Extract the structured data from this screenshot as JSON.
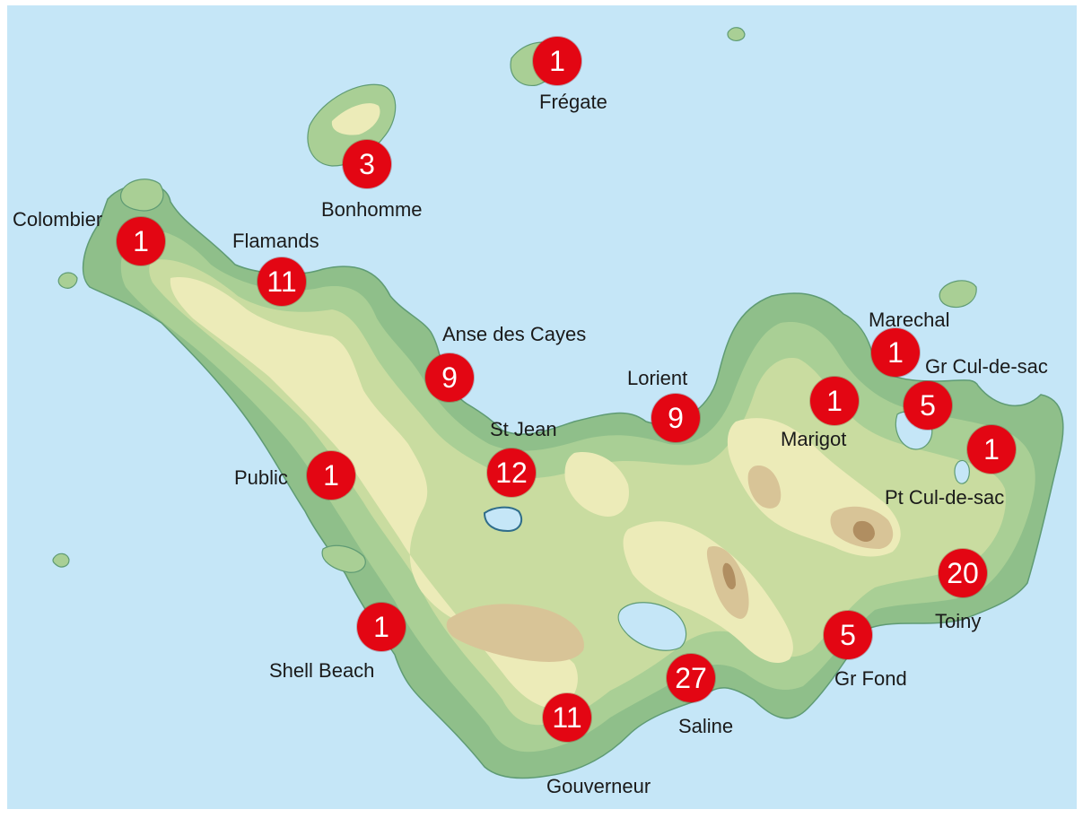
{
  "colors": {
    "sea": "#c5e6f7",
    "coast": "#8fbf8a",
    "lowland": "#a9cf95",
    "mid": "#c9dca0",
    "upland": "#ecebb8",
    "high": "#d8c497",
    "peak": "#b08e61",
    "marker": "#e30613",
    "lagoon": "#c5e6f7"
  },
  "places": [
    {
      "id": "fregate",
      "name": "Frégate",
      "count": "1"
    },
    {
      "id": "bonhomme",
      "name": "Bonhomme",
      "count": "3"
    },
    {
      "id": "colombier",
      "name": "Colombier",
      "count": "1"
    },
    {
      "id": "flamands",
      "name": "Flamands",
      "count": "11"
    },
    {
      "id": "anse-des-cayes",
      "name": "Anse des Cayes",
      "count": "9"
    },
    {
      "id": "lorient",
      "name": "Lorient",
      "count": "9"
    },
    {
      "id": "st-jean",
      "name": "St Jean",
      "count": "12"
    },
    {
      "id": "marechal",
      "name": "Marechal",
      "count": "1"
    },
    {
      "id": "marigot",
      "name": "Marigot",
      "count": "1"
    },
    {
      "id": "gr-cul-de-sac",
      "name": "Gr Cul-de-sac",
      "count": "5"
    },
    {
      "id": "pt-cul-de-sac",
      "name": "Pt Cul-de-sac",
      "count": "1"
    },
    {
      "id": "public",
      "name": "Public",
      "count": "1"
    },
    {
      "id": "toiny",
      "name": "Toiny",
      "count": "20"
    },
    {
      "id": "shell-beach",
      "name": "Shell Beach",
      "count": "1"
    },
    {
      "id": "gr-fond",
      "name": "Gr Fond",
      "count": "5"
    },
    {
      "id": "saline",
      "name": "Saline",
      "count": "27"
    },
    {
      "id": "gouverneur",
      "name": "Gouverneur",
      "count": "11"
    }
  ]
}
